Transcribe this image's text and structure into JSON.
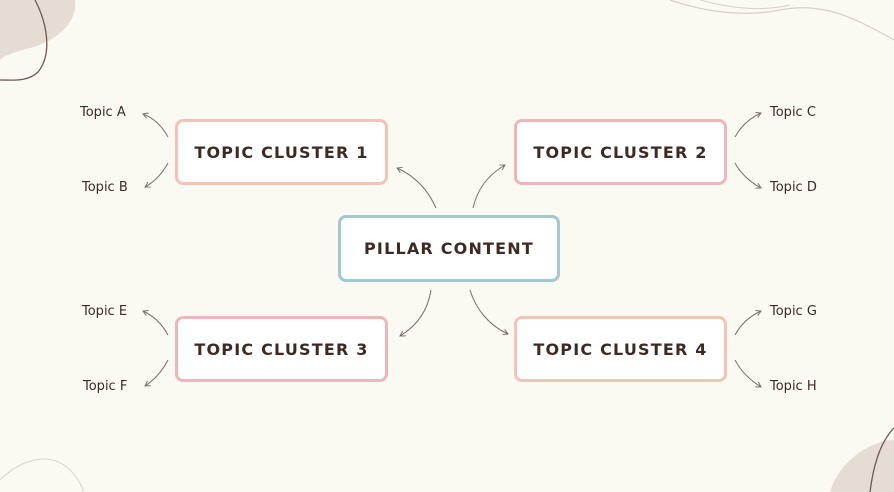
{
  "colors": {
    "background": "#fbfaf2",
    "pillar_border": "#a4c7d4",
    "cluster_peach": "#f2c4b6",
    "cluster_pink": "#efb5b8",
    "text": "#3d2a22",
    "arrow": "#7a6f69",
    "decor_blob": "#e5ddd3"
  },
  "pillar": {
    "label": "PILLAR CONTENT"
  },
  "clusters": [
    {
      "label": "TOPIC CLUSTER 1",
      "topics": [
        "Topic A",
        "Topic B"
      ]
    },
    {
      "label": "TOPIC CLUSTER 2",
      "topics": [
        "Topic C",
        "Topic D"
      ]
    },
    {
      "label": "TOPIC CLUSTER 3",
      "topics": [
        "Topic E",
        "Topic F"
      ]
    },
    {
      "label": "TOPIC CLUSTER 4",
      "topics": [
        "Topic G",
        "Topic H"
      ]
    }
  ]
}
